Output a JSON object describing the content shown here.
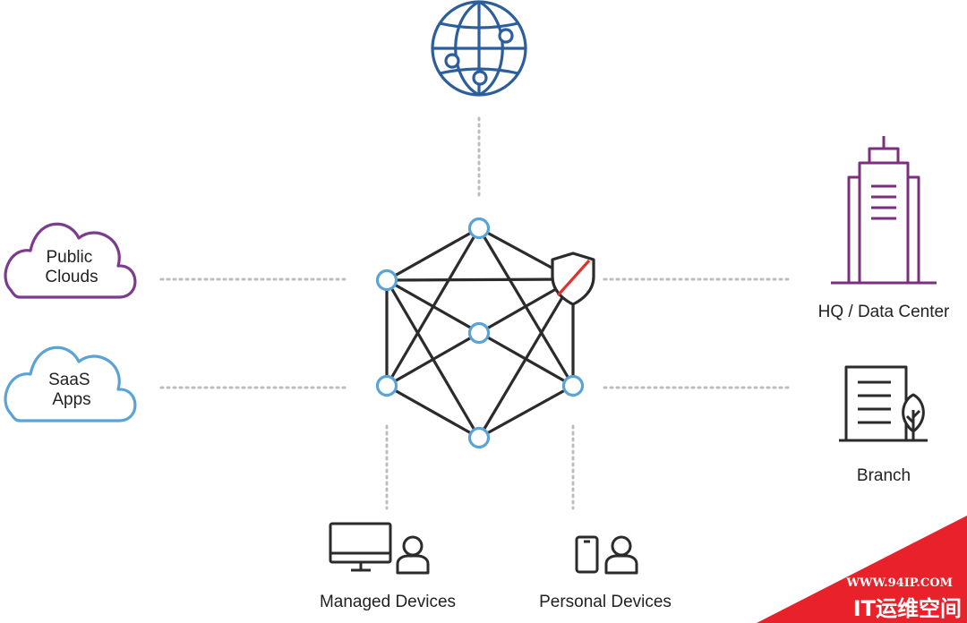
{
  "labels": {
    "public_clouds": [
      "Public",
      "Clouds"
    ],
    "saas_apps": [
      "SaaS",
      "Apps"
    ],
    "hq": "HQ / Data Center",
    "branch": "Branch",
    "managed": "Managed Devices",
    "personal": "Personal Devices"
  },
  "watermark": {
    "url": "WWW.94IP.COM",
    "name": "IT运维空间"
  },
  "colors": {
    "globe": "#2c5e9e",
    "public_cloud": "#7b3b8e",
    "saas_cloud": "#5aa3d6",
    "building": "#7b2f7e",
    "node": "#5aa3d6",
    "edge": "#2b2b2b",
    "shield_slash": "#e0312b",
    "watermark": "#e8212b"
  }
}
